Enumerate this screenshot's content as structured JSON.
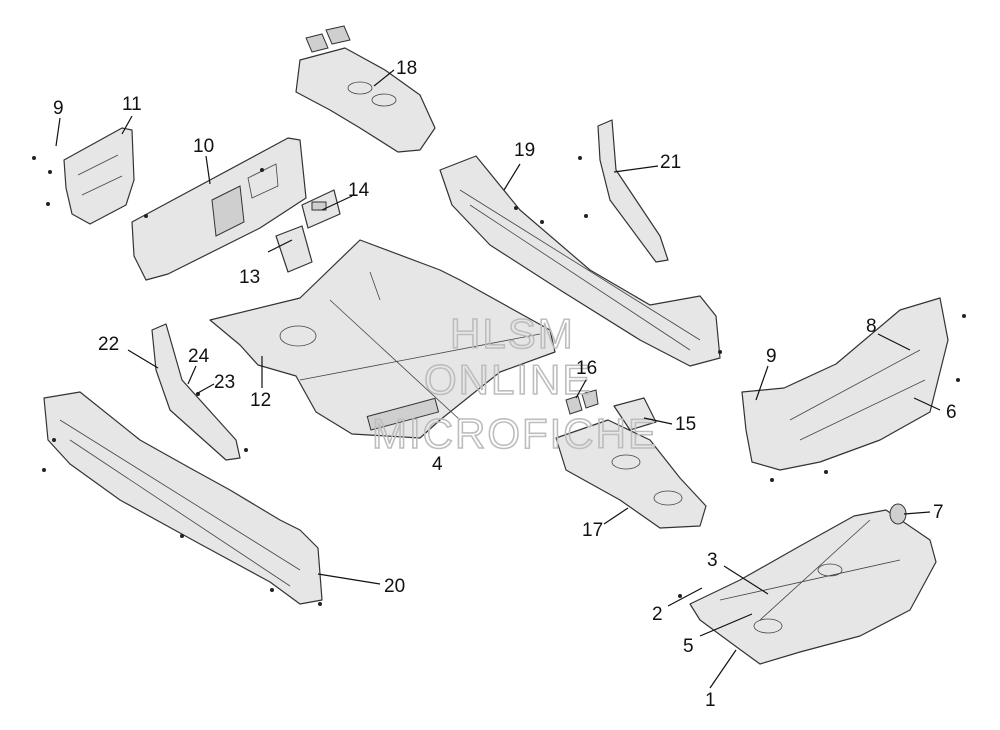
{
  "callouts": [
    "1",
    "2",
    "3",
    "4",
    "5",
    "6",
    "7",
    "8",
    "9",
    "10",
    "11",
    "12",
    "13",
    "14",
    "15",
    "16",
    "17",
    "18",
    "19",
    "20",
    "21",
    "22",
    "23",
    "24"
  ],
  "watermark": {
    "line1": "HLSM",
    "line2": "ONLINE",
    "line3": "MICROFICHE"
  }
}
